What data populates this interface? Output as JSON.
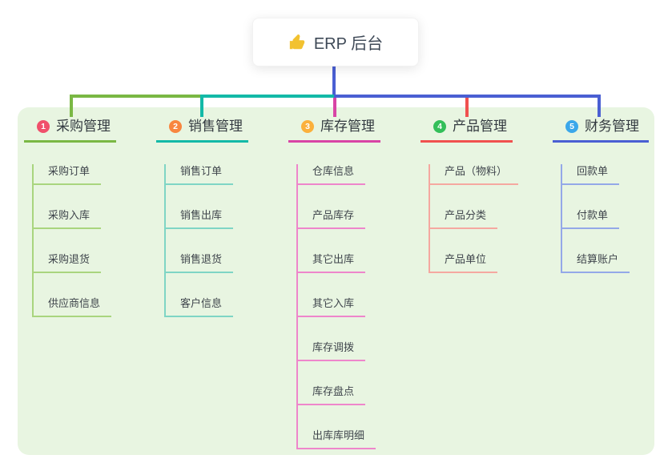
{
  "root": {
    "title": "ERP 后台",
    "icon": "thumbs-up"
  },
  "branches": [
    {
      "num": "1",
      "label": "采购管理",
      "badge_color": "#f0506b",
      "line_color": "#7ab844",
      "sub_line_color": "#a9d57e",
      "items": [
        "采购订单",
        "采购入库",
        "采购退货",
        "供应商信息"
      ]
    },
    {
      "num": "2",
      "label": "销售管理",
      "badge_color": "#f8863f",
      "line_color": "#13b9a7",
      "sub_line_color": "#7fd5c5",
      "items": [
        "销售订单",
        "销售出库",
        "销售退货",
        "客户信息"
      ]
    },
    {
      "num": "3",
      "label": "库存管理",
      "badge_color": "#fbb03b",
      "line_color": "#d844a5",
      "sub_line_color": "#ee86cb",
      "items": [
        "仓库信息",
        "产品库存",
        "其它出库",
        "其它入库",
        "库存调拨",
        "库存盘点",
        "出库库明细"
      ]
    },
    {
      "num": "4",
      "label": "产品管理",
      "badge_color": "#33bf59",
      "line_color": "#f0514f",
      "sub_line_color": "#f5a8a0",
      "items": [
        "产品（物料）",
        "产品分类",
        "产品单位"
      ]
    },
    {
      "num": "5",
      "label": "财务管理",
      "badge_color": "#3ba7ea",
      "line_color": "#4a5fd3",
      "sub_line_color": "#94a8e8",
      "items": [
        "回款单",
        "付款单",
        "结算账户"
      ]
    }
  ],
  "colors": {
    "page_background": "#ffffff",
    "panel_background": "#e8f5e1",
    "root_connector": "#4a5fd3",
    "root_title_text": "#3d4856",
    "node_text": "#3f454c",
    "thumb_icon": "#f2c230"
  }
}
